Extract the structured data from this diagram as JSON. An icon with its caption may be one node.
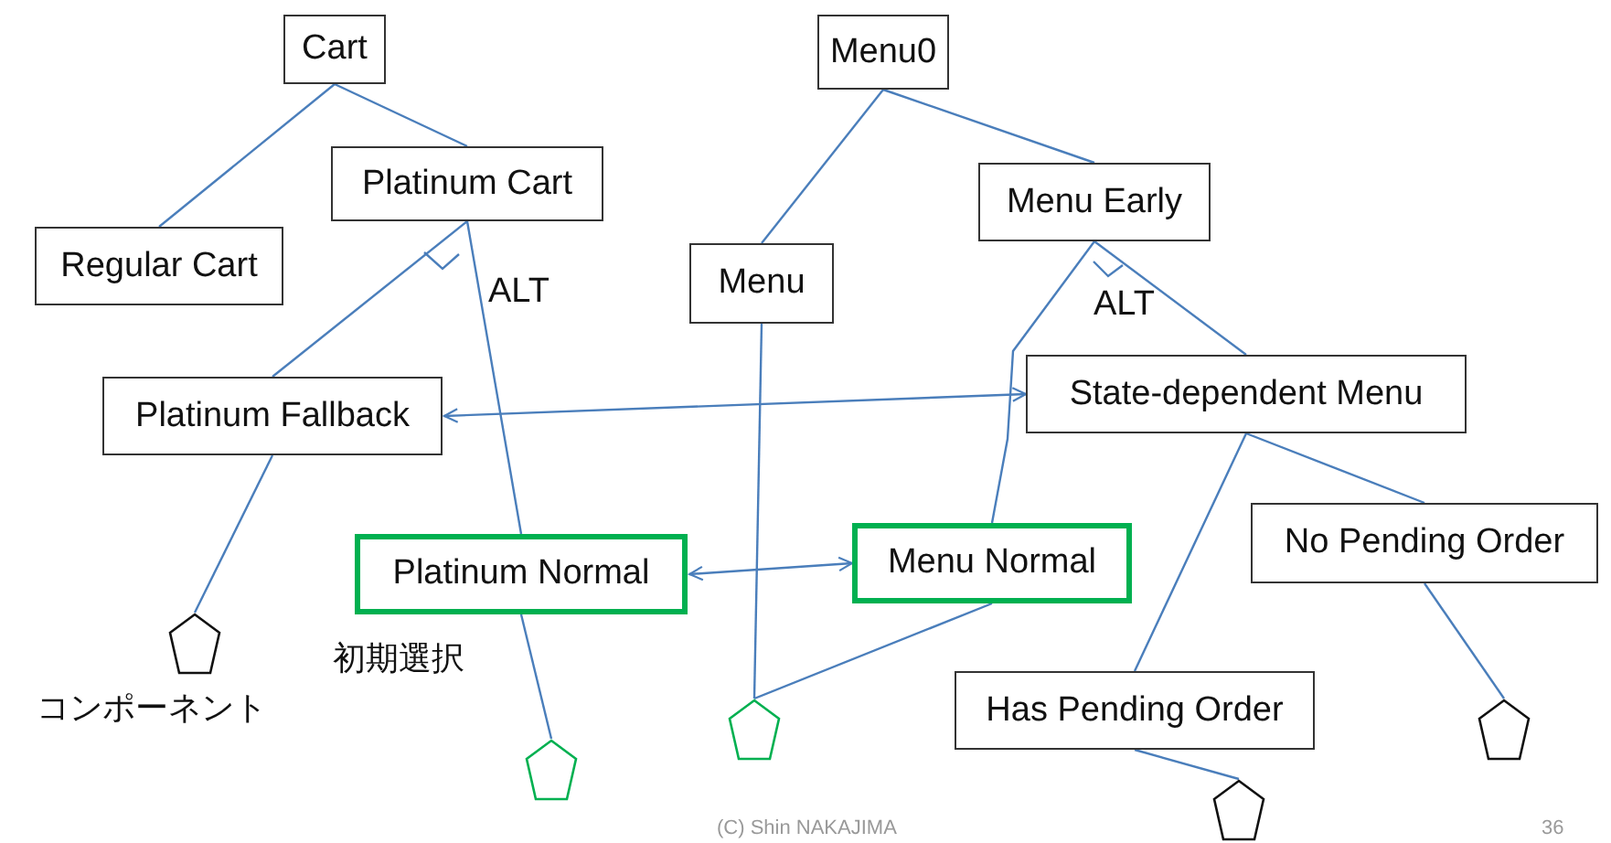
{
  "diagram": {
    "nodes": [
      {
        "text": [
          "Cart"
        ]
      },
      {
        "text": [
          "Regular Cart"
        ]
      },
      {
        "text": [
          "Platinum Cart"
        ]
      },
      {
        "text": [
          "Menu0"
        ]
      },
      {
        "text": [
          "Menu"
        ]
      },
      {
        "text": [
          "Menu Early"
        ]
      },
      {
        "text": [
          "Platinum Fallback"
        ]
      },
      {
        "text": [
          "State-dependent Menu"
        ]
      },
      {
        "text": [
          "Platinum Normal"
        ],
        "beside": [
          "初期選択"
        ]
      },
      {
        "text": [
          "Menu Normal"
        ]
      },
      {
        "text": [
          "No Pending Order"
        ]
      },
      {
        "text": [
          "Has Pending Order"
        ]
      },
      {
        "text": [],
        "shape": "pentagon",
        "beside": [
          "コンポーネント"
        ]
      },
      {
        "text": [],
        "shape": "pentagon"
      },
      {
        "text": [],
        "shape": "pentagon"
      },
      {
        "text": [],
        "shape": "pentagon"
      },
      {
        "text": [],
        "shape": "pentagon"
      }
    ],
    "edges": [
      {
        "from": 0,
        "to": 1,
        "arrow": "none"
      },
      {
        "from": 0,
        "to": 2,
        "arrow": "none"
      },
      {
        "from": 2,
        "to": 6,
        "arrow": "none"
      },
      {
        "from": 2,
        "to": 8,
        "arrow": "none"
      },
      {
        "from": 3,
        "to": 4,
        "arrow": "none"
      },
      {
        "from": 3,
        "to": 5,
        "arrow": "none"
      },
      {
        "from": 5,
        "to": 7,
        "arrow": "none"
      },
      {
        "from": 5,
        "to": 9,
        "arrow": "none"
      },
      {
        "from": 7,
        "to": 10,
        "arrow": "none"
      },
      {
        "from": 7,
        "to": 11,
        "arrow": "none"
      },
      {
        "from": 6,
        "to": 12,
        "arrow": "none"
      },
      {
        "from": 8,
        "to": 13,
        "arrow": "none"
      },
      {
        "from": 4,
        "to": 14,
        "arrow": "none"
      },
      {
        "from": 9,
        "to": 14,
        "arrow": "none"
      },
      {
        "from": 10,
        "to": 15,
        "arrow": "none"
      },
      {
        "from": 11,
        "to": 16,
        "arrow": "none"
      },
      {
        "from": 6,
        "to": 7,
        "arrow": "both"
      },
      {
        "from": 8,
        "to": 9,
        "arrow": "both"
      }
    ],
    "labels": [
      "ALT",
      "ALT",
      "(C) Shin NAKAJIMA",
      "36"
    ]
  }
}
